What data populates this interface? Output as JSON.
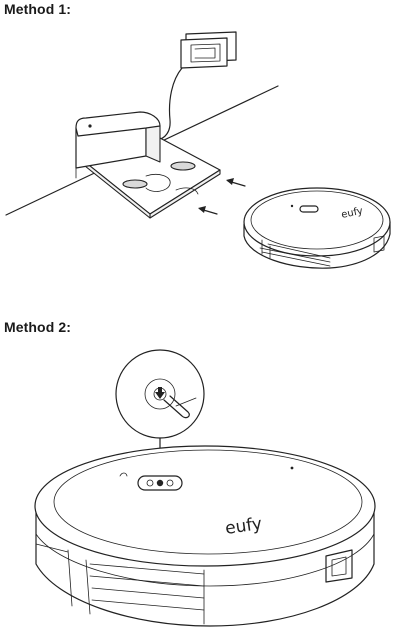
{
  "method1": {
    "title": "Method 1:"
  },
  "method2": {
    "title": "Method 2:"
  },
  "brand": {
    "logo_text": "eufy"
  },
  "icons": [
    "power-adapter-icon",
    "charging-base-icon",
    "robot-vacuum-icon",
    "arrow-left-icon",
    "power-switch-icon",
    "magnifier-callout-icon"
  ]
}
